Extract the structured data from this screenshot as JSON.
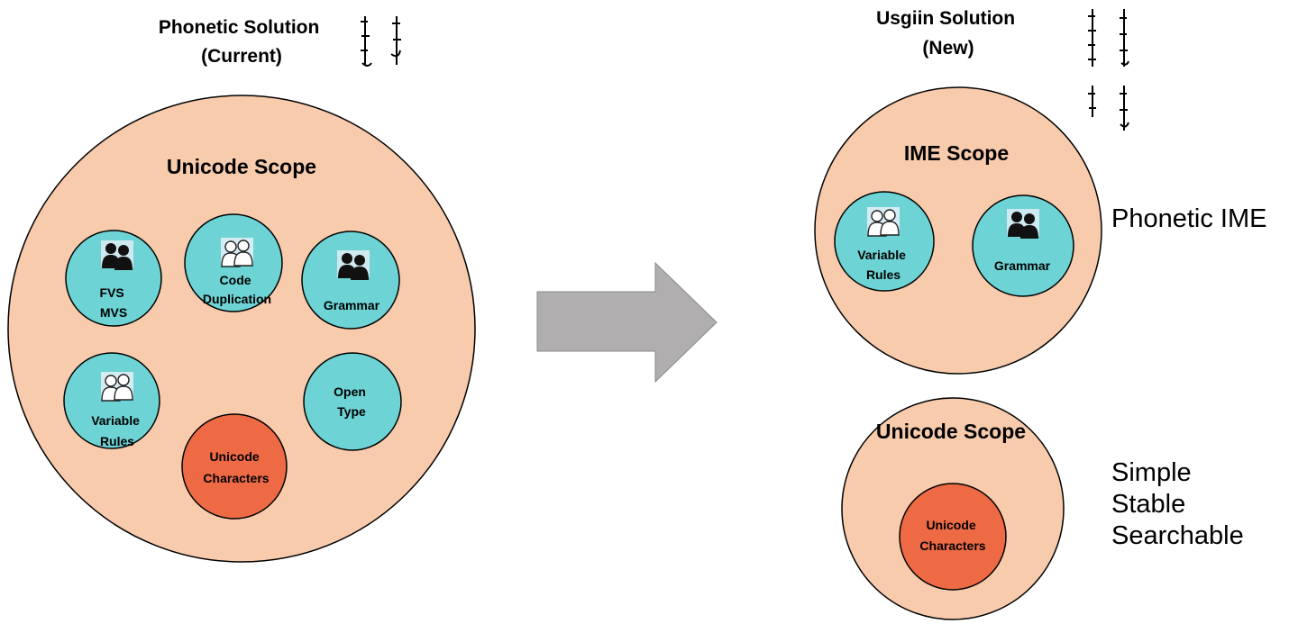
{
  "left": {
    "title_line1": "Phonetic Solution",
    "title_line2": "(Current)",
    "scope_title": "Unicode Scope",
    "bubbles": {
      "fvs_mvs": [
        "FVS",
        "MVS"
      ],
      "code_duplication": [
        "Code",
        "Duplication"
      ],
      "grammar": [
        "Grammar"
      ],
      "variable_rules": [
        "Variable",
        "Rules"
      ],
      "open_type": [
        "Open",
        "Type"
      ],
      "unicode_characters": [
        "Unicode",
        "Characters"
      ]
    }
  },
  "right": {
    "title_line1": "Usgiin Solution",
    "title_line2": "(New)",
    "ime_scope": {
      "title": "IME Scope",
      "variable_rules": [
        "Variable",
        "Rules"
      ],
      "grammar": [
        "Grammar"
      ],
      "side_label": "Phonetic IME"
    },
    "unicode_scope": {
      "title": "Unicode Scope",
      "unicode_characters": [
        "Unicode",
        "Characters"
      ],
      "side_labels": [
        "Simple",
        "Stable",
        "Searchable"
      ]
    }
  },
  "colors": {
    "scope_fill": "#F8CBAD",
    "bubble_fill": "#6DD3D4",
    "unicode_fill": "#EE6A45",
    "arrow_fill": "#B0AEAE",
    "outline": "#000000"
  },
  "icons": [
    "people-icon"
  ]
}
